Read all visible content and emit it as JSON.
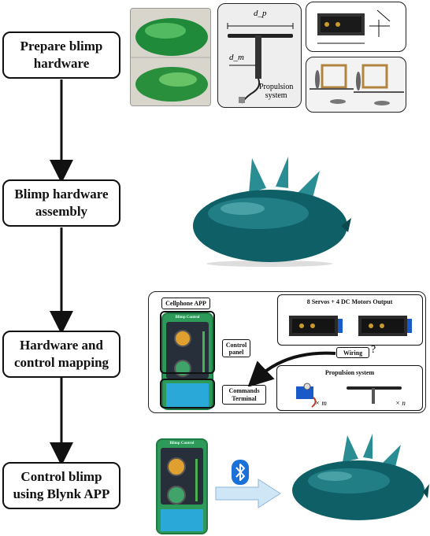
{
  "steps": [
    {
      "label": "Prepare blimp\nhardware"
    },
    {
      "label": "Blimp hardware\nassembly"
    },
    {
      "label": "Hardware and\ncontrol mapping"
    },
    {
      "label": "Control blimp\nusing Blynk APP"
    }
  ],
  "panel1": {
    "dp_label": "d_p",
    "dm_label": "d_m",
    "propulsion_label": "Propulsion\nsystem"
  },
  "mapping": {
    "cellphone_app": "Cellphone APP",
    "control_panel": "Control\npanel",
    "commands_terminal": "Commands\nTerminal",
    "servos_motors": "8 Servos + 4 DC Motors Output",
    "wiring": "Wiring",
    "question_mark": "?",
    "propulsion_system": "Propulsion system",
    "times_m": "× m",
    "times_n": "× n",
    "app_header": "Blimp Control"
  },
  "control": {
    "app_header": "Blimp Control",
    "bluetooth_icon": "bluetooth-icon"
  },
  "colors": {
    "blimp_teal": "#0f5f66",
    "phone_green": "#2e9a5a",
    "led_orange": "#e0a030",
    "led_green": "#3fa36a",
    "terminal_blue": "#2aa8d8",
    "bluetooth_blue": "#1a72d8",
    "arrow_fill": "#cfe6f7"
  }
}
